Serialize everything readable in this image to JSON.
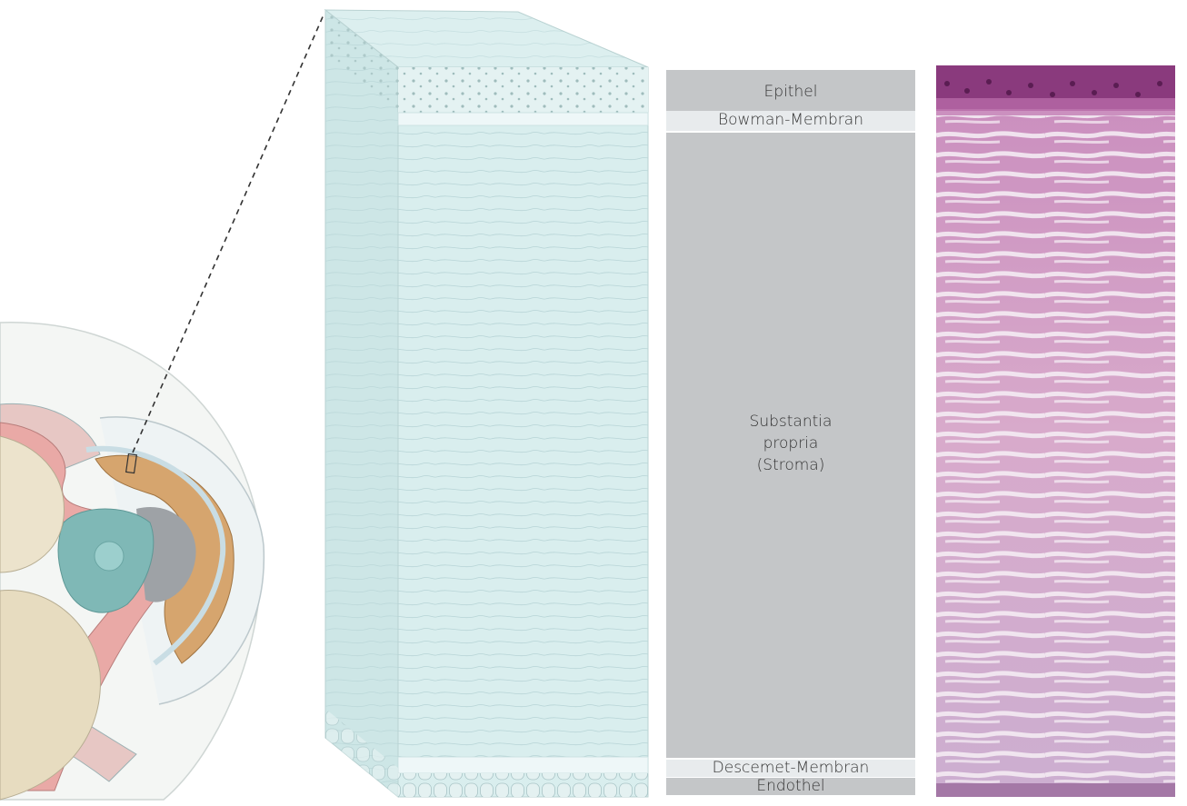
{
  "figure": {
    "layers": {
      "epithel": "Epithel",
      "bowman": "Bowman-Membran",
      "stroma_line1": "Substantia",
      "stroma_line2": "propria",
      "stroma_line3": "(Stroma)",
      "descemet": "Descemet-Membran",
      "endothel": "Endothel"
    },
    "colors": {
      "layer_gray": "#c4c6c8",
      "layer_light": "#e8ebed",
      "cornea_block_front": "#d8eeee",
      "cornea_block_side": "#cfe7e7",
      "histology_pink": "#d9a9cc",
      "histology_epithelium": "#7e2f72"
    },
    "icons": {
      "eye_section": "eye-cross-section-illustration",
      "cornea_block": "cornea-3d-block-illustration",
      "histology": "histology-micrograph"
    }
  }
}
